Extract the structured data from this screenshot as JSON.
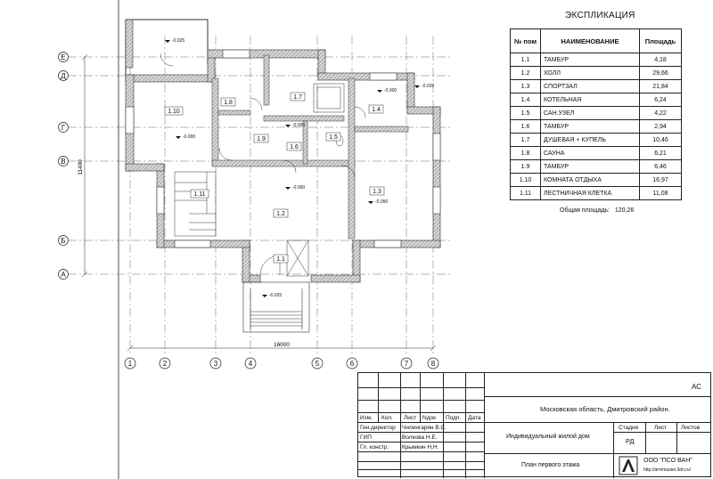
{
  "plan": {
    "axes_horizontal": [
      "Е",
      "Д",
      "Г",
      "В",
      "Б",
      "А"
    ],
    "axes_vertical": [
      "1",
      "2",
      "3",
      "4",
      "5",
      "6",
      "7",
      "8"
    ],
    "dim_horizontal": "16000",
    "dim_vertical": "11400",
    "rooms": [
      "1.1",
      "1.2",
      "1.3",
      "1.4",
      "1.5",
      "1.6",
      "1.7",
      "1.8",
      "1.9",
      "1.10",
      "1.11"
    ],
    "levels": [
      "-0.025",
      "-0.025",
      "-0.000",
      "-0.000",
      "-0.000",
      "-0.000",
      "-0.050",
      "-0.025"
    ]
  },
  "explication": {
    "title": "ЭКСПЛИКАЦИЯ",
    "col_num": "№ пом",
    "col_name": "НАИМЕНОВАНИЕ",
    "col_area": "Площадь",
    "rows": [
      {
        "n": "1.1",
        "name": "ТАМБУР",
        "area": "4,18"
      },
      {
        "n": "1.2",
        "name": "ХОЛЛ",
        "area": "29,66"
      },
      {
        "n": "1.3",
        "name": "СПОРТЗАЛ",
        "area": "21,84"
      },
      {
        "n": "1.4",
        "name": "КОТЕЛЬНАЯ",
        "area": "6,24"
      },
      {
        "n": "1.5",
        "name": "САН.УЗЕЛ",
        "area": "4,22"
      },
      {
        "n": "1.6",
        "name": "ТАМБУР",
        "area": "2,94"
      },
      {
        "n": "1.7",
        "name": "ДУШЕВАЯ + КУПЕЛЬ",
        "area": "10,46"
      },
      {
        "n": "1.8",
        "name": "САУНА",
        "area": "6,21"
      },
      {
        "n": "1.9",
        "name": "ТАМБУР",
        "area": "6,46"
      },
      {
        "n": "1.10",
        "name": "КОМНАТА ОТДЫХА",
        "area": "16,97"
      },
      {
        "n": "1.11",
        "name": "ЛЕСТНИЧНАЯ КЛЕТКА",
        "area": "11,08"
      }
    ],
    "total_label": "Общая площадь:",
    "total_value": "120,26"
  },
  "stamp": {
    "code": "АС",
    "location": "Московская область, Дмитровский район.",
    "object": "Индивидуальный жилой дом",
    "sheet_title": "План первого этажа",
    "col_izm": "Изм.",
    "col_kol": "Кол.",
    "col_list": "Лист",
    "col_ndok": "Nдок",
    "col_podp": "Подп.",
    "col_data": "Дата",
    "roles": [
      {
        "role": "Ген.директор",
        "name": "Чилингарян В.С."
      },
      {
        "role": "ГИП",
        "name": "Волкова Н.Е."
      },
      {
        "role": "Гл. констр.",
        "name": "Крымкин Н.Н."
      }
    ],
    "stage_label": "Стадия",
    "stage_value": "РД",
    "sheet_label": "Лист",
    "sheets_label": "Листов",
    "company": "ООО \"ПСО ВАН\"",
    "website": "http://armmaster.3dn.ru/"
  }
}
